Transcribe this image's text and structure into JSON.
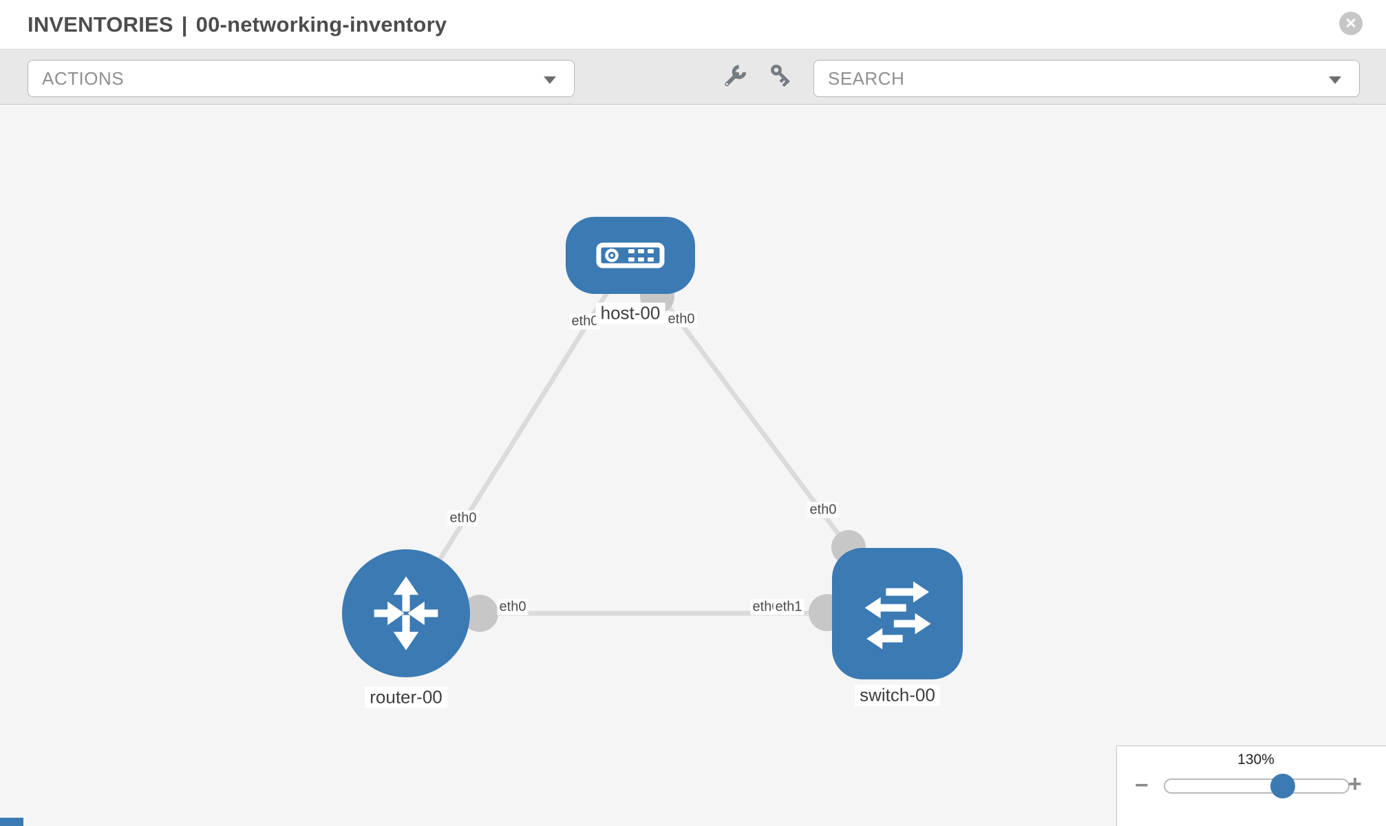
{
  "header": {
    "section": "INVENTORIES",
    "separator": "|",
    "inventory_name": "00-networking-inventory",
    "close_glyph": "✕"
  },
  "toolbar": {
    "actions_label": "ACTIONS",
    "search_placeholder": "SEARCH",
    "icons": [
      "wrench-icon",
      "key-icon"
    ]
  },
  "topology": {
    "nodes": [
      {
        "id": "host-00",
        "label": "host-00",
        "type": "host",
        "icon": "host-icon"
      },
      {
        "id": "router-00",
        "label": "router-00",
        "type": "router",
        "icon": "router-icon"
      },
      {
        "id": "switch-00",
        "label": "switch-00",
        "type": "switch",
        "icon": "switch-icon"
      }
    ],
    "links": [
      {
        "from": "host-00",
        "to": "router-00",
        "from_label": "eth0",
        "to_label": "eth0"
      },
      {
        "from": "host-00",
        "to": "switch-00",
        "from_label": "eth0",
        "to_label": "eth0"
      },
      {
        "from": "router-00",
        "to": "switch-00",
        "from_label": "eth0",
        "to_label": "eth1",
        "overlapped_label": "eth0"
      }
    ]
  },
  "labels": {
    "l1_host": "eth0",
    "l1_router": "eth0",
    "l2_host": "eth0",
    "l2_switch": "eth0",
    "l3_router": "eth0",
    "l3_switch_hidden": "eth0",
    "l3_switch": "eth1"
  },
  "zoom_control": {
    "level": "130%",
    "minus_glyph": "−",
    "plus_glyph": "+"
  },
  "colors": {
    "node_blue": "#3b7ab3",
    "link_gray": "#dbdbdb",
    "endpoint_gray": "#c7c7c7",
    "toolbar_gray": "#e8e8e8"
  }
}
